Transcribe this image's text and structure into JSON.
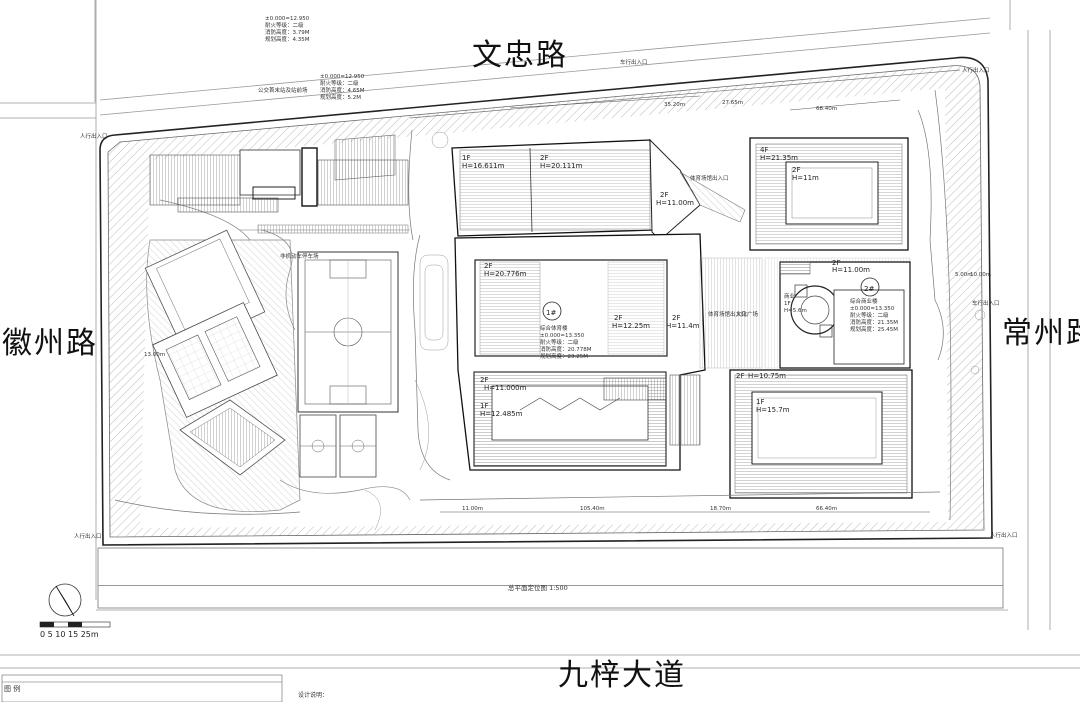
{
  "roads": {
    "north": "文忠路",
    "west": "徽州路",
    "east": "常州路",
    "south": "九梓大道"
  },
  "buildings": {
    "b1_label": "1#",
    "b1_name": "综合体育楼",
    "b1_elev": "±0.000=13.350",
    "b1_fire": "耐火等级：二级",
    "b1_h1": "消防高度：20.778M",
    "b1_h2": "规划高度：23.25M",
    "b2_label": "2#",
    "b2_name": "综合商业楼",
    "b2_elev": "±0.000=13.350",
    "b2_fire": "耐火等级：二级",
    "b2_h1": "消防高度：21.35M",
    "b2_h2": "规划高度：25.45M",
    "nw_1f": "1F",
    "nw_1f_h": "H=16.611m",
    "nw_2f": "2F",
    "nw_2f_h": "H=20.111m",
    "nw_2f_b": "2F",
    "nw_2f_b_h": "H=11.00m",
    "ne_4f": "4F",
    "ne_4f_h": "H=21.35m",
    "ne_2f": "2F",
    "ne_2f_h": "H=11m",
    "c_2f": "2F",
    "c_2f_h": "H=20.776m",
    "c_2f2": "2F",
    "c_2f2_h": "H=12.25m",
    "c_2f3": "2F",
    "c_2f3_h": "H=11.4m",
    "sw_2f": "2F",
    "sw_2f_h": "H=11.000m",
    "sw_1f": "1F",
    "sw_1f_h": "H=12.485m",
    "se_2f": "2F",
    "se_2f_h": "H=10.75m",
    "se_1f": "1F",
    "se_1f_h": "H=15.7m",
    "mid_2f": "2F",
    "mid_2f_h": "H=11.00m",
    "mid_1f": "1F",
    "mid_1f_h": "H=5.6m",
    "mid_name": "商业"
  },
  "labels": {
    "pedestrian_entry": "人行出入口",
    "vehicle_entry": "车行出入口",
    "bike_parking": "非机动车停车场",
    "sports_entry": "体育场馆出入口",
    "culture_plaza": "文化广场",
    "bus_station": "公交首末站及站前场",
    "elev_bus": "±0.000=12.950",
    "fire_bus": "耐火等级：二级",
    "h_bus_1": "消防高度：4.65M",
    "h_bus_2": "规划高度：5.2M",
    "elev_top": "±0.000=12.950",
    "fire_top": "耐火等级：二级",
    "h_top_1": "消防高度：3.79M",
    "h_top_2": "规划高度：4.35M",
    "dim_1": "11.00m",
    "dim_2": "105.40m",
    "dim_3": "18.70m",
    "dim_4": "66.40m",
    "dim_5": "35.20m",
    "dim_6": "27.65m",
    "dim_7": "68.40m",
    "dim_8": "13.00m",
    "dim_9": "5.00m",
    "dim_10": "10.00m"
  },
  "plan_title": "总平面定位图 1:500",
  "scale_label": "0 5 10 15  25m",
  "legend_title": "图 例",
  "notes_title": "设计说明："
}
